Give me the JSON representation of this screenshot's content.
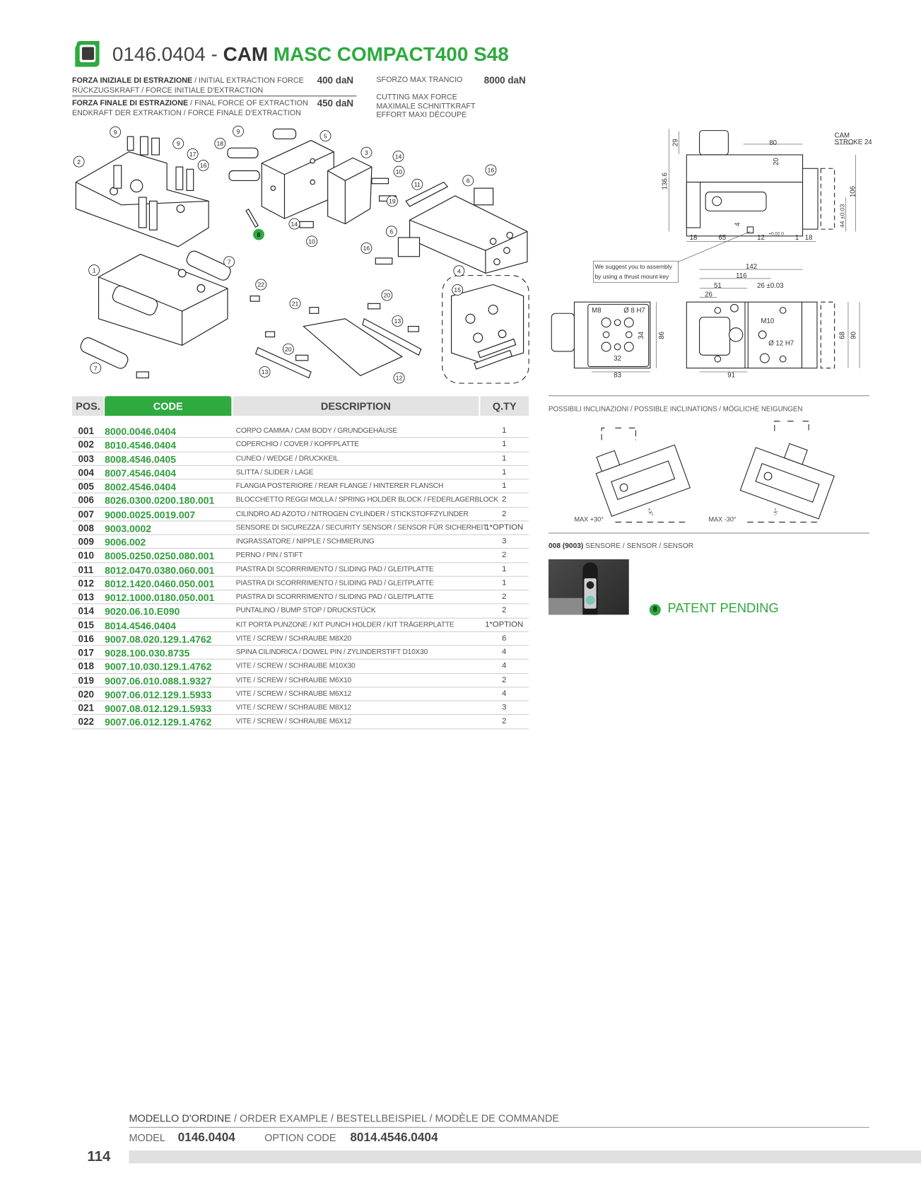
{
  "header": {
    "code": "0146.0404 - ",
    "name_dark": "CAM ",
    "name_green": "MASC COMPACT400 S48"
  },
  "specs": {
    "initial_force_bold": "FORZA INIZIALE DI ESTRAZIONE",
    "initial_force_rest": " / INITIAL EXTRACTION FORCE",
    "initial_force_line2": "RÜCKZUGSKRAFT / FORCE INITIALE D'EXTRACTION",
    "initial_force_value": "400 daN",
    "final_force_bold": "FORZA FINALE DI ESTRAZIONE",
    "final_force_rest": " / FINAL FORCE OF EXTRACTION",
    "final_force_line2": "ENDKRAFT DER EXTRAKTION / FORCE FINALE D'EXTRACTION",
    "final_force_value": "450 daN",
    "cutting_line1": "SFORZO MAX TRANCIO",
    "cutting_line2": "CUTTING MAX FORCE",
    "cutting_line3": "MAXIMALE SCHNITTKRAFT",
    "cutting_line4": "EFFORT MAXI DÉCOUPE",
    "cutting_value": "8000 daN"
  },
  "exploded_view": {
    "callouts": [
      "9",
      "9",
      "2",
      "17",
      "16",
      "18",
      "9",
      "5",
      "3",
      "14",
      "10",
      "11",
      "19",
      "6",
      "16",
      "14",
      "10",
      "8",
      "6",
      "16",
      "4",
      "1",
      "7",
      "22",
      "20",
      "21",
      "13",
      "15",
      "20",
      "13",
      "12",
      "7"
    ]
  },
  "dimension_drawing": {
    "top": {
      "d80": "80",
      "cam": "CAM",
      "stroke": "STROKE 24",
      "d29": "29",
      "d136": "136.6",
      "d20": "20",
      "d106": "106",
      "d44": "44 ±0.03",
      "d18a": "18",
      "d65": "65",
      "d4": "4",
      "d12": "12",
      "tol": "+0.02 0",
      "d1": "1",
      "d18b": "18"
    },
    "note_line1": "We suggest you to assembly",
    "note_line2": "by using a thrust mount key",
    "bottom": {
      "d142": "142",
      "d116": "116",
      "d51": "51",
      "d26t": "26 ±0.03",
      "d26": "26",
      "m8": "M8",
      "d8h7": "Ø 8  H7",
      "d34": "34",
      "d32": "32",
      "d86": "86",
      "d83": "83",
      "m10": "M10",
      "d12h7": "Ø 12  H7",
      "d68": "68",
      "d90": "90",
      "d91": "91"
    }
  },
  "table": {
    "headers": {
      "pos": "POS.",
      "code": "CODE",
      "description": "DESCRIPTION",
      "qty": "Q.TY"
    },
    "rows": [
      {
        "pos": "001",
        "code": "8000.0046.0404",
        "description": "CORPO CAMMA / CAM BODY / GRUNDGEHÄUSE",
        "qty": "1"
      },
      {
        "pos": "002",
        "code": "8010.4546.0404",
        "description": "COPERCHIO / COVER / KOPFPLATTE",
        "qty": "1"
      },
      {
        "pos": "003",
        "code": "8008.4546.0405",
        "description": "CUNEO / WEDGE / DRUCKKEIL",
        "qty": "1"
      },
      {
        "pos": "004",
        "code": "8007.4546.0404",
        "description": "SLITTA / SLIDER / LAGE",
        "qty": "1"
      },
      {
        "pos": "005",
        "code": "8002.4546.0404",
        "description": "FLANGIA POSTERIORE / REAR FLANGE / HINTERER FLANSCH",
        "qty": "1"
      },
      {
        "pos": "006",
        "code": "8026.0300.0200.180.001",
        "description": "BLOCCHETTO REGGI MOLLA / SPRING HOLDER BLOCK / FEDERLAGERBLOCK",
        "qty": "2"
      },
      {
        "pos": "007",
        "code": "9000.0025.0019.007",
        "description": "CILINDRO AD AZOTO / NITROGEN CYLINDER / STICKSTOFFZYLINDER",
        "qty": "2"
      },
      {
        "pos": "008",
        "code": "9003.0002",
        "description": "SENSORE DI SICUREZZA / SECURITY SENSOR / SENSOR FÜR SICHERHEIT",
        "qty": "1*OPTION"
      },
      {
        "pos": "009",
        "code": "9006.002",
        "description": "INGRASSATORE / NIPPLE / SCHMIERUNG",
        "qty": "3"
      },
      {
        "pos": "010",
        "code": "8005.0250.0250.080.001",
        "description": "PERNO / PIN / STIFT",
        "qty": "2"
      },
      {
        "pos": "011",
        "code": "8012.0470.0380.060.001",
        "description": "PIASTRA DI SCORRRIMENTO / SLIDING PAD / GLEITPLATTE",
        "qty": "1"
      },
      {
        "pos": "012",
        "code": "8012.1420.0460.050.001",
        "description": "PIASTRA DI SCORRRIMENTO / SLIDING PAD / GLEITPLATTE",
        "qty": "1"
      },
      {
        "pos": "013",
        "code": "9012.1000.0180.050.001",
        "description": "PIASTRA DI SCORRRIMENTO / SLIDING PAD / GLEITPLATTE",
        "qty": "2"
      },
      {
        "pos": "014",
        "code": "9020.06.10.E090",
        "description": "PUNTALINO / BUMP STOP / DRUCKSTÜCK",
        "qty": "2"
      },
      {
        "pos": "015",
        "code": "8014.4546.0404",
        "description": "KIT PORTA PUNZONE / KIT PUNCH HOLDER / KIT TRÄGERPLATTE",
        "qty": "1*OPTION"
      },
      {
        "pos": "016",
        "code": "9007.08.020.129.1.4762",
        "description": "VITE / SCREW / SCHRAUBE M8X20",
        "qty": "6"
      },
      {
        "pos": "017",
        "code": "9028.100.030.8735",
        "description": "SPINA CILINDRICA / DOWEL PIN / ZYLINDERSTIFT D10X30",
        "qty": "4"
      },
      {
        "pos": "018",
        "code": "9007.10.030.129.1.4762",
        "description": "VITE / SCREW / SCHRAUBE M10X30",
        "qty": "4"
      },
      {
        "pos": "019",
        "code": "9007.06.010.088.1.9327",
        "description": "VITE / SCREW / SCHRAUBE M6X10",
        "qty": "2"
      },
      {
        "pos": "020",
        "code": "9007.06.012.129.1.5933",
        "description": "VITE / SCREW / SCHRAUBE M6X12",
        "qty": "4"
      },
      {
        "pos": "021",
        "code": "9007.08.012.129.1.5933",
        "description": "VITE / SCREW / SCHRAUBE M8X12",
        "qty": "3"
      },
      {
        "pos": "022",
        "code": "9007.06.012.129.1.4762",
        "description": "VITE / SCREW / SCHRAUBE M6X12",
        "qty": "2"
      }
    ]
  },
  "inclinations": {
    "title": "POSSIBILI INCLINAZIONI / POSSIBLE INCLINATIONS / MÖGLICHE NEIGUNGEN",
    "max_plus": "MAX +30°",
    "max_minus": "MAX -30°",
    "angle_plus": "+X°",
    "angle_minus": "-X°"
  },
  "sensor": {
    "label_bold": "008 (9003)",
    "label_rest": " SENSORE / SENSOR / SENSOR",
    "badge": "8",
    "patent": "PATENT PENDING"
  },
  "order_example": {
    "title_bold": "MODELLO D'ORDINE",
    "title_rest": " / ORDER EXAMPLE / BESTELLBEISPIEL / MODÈLE DE COMMANDE",
    "model_label": "MODEL",
    "model_value": "0146.0404",
    "option_label": "OPTION CODE",
    "option_value": "8014.4546.0404"
  },
  "page_number": "114",
  "colors": {
    "green": "#2eaa3f",
    "gray_bar": "#e0e0e0",
    "text": "#333333"
  }
}
